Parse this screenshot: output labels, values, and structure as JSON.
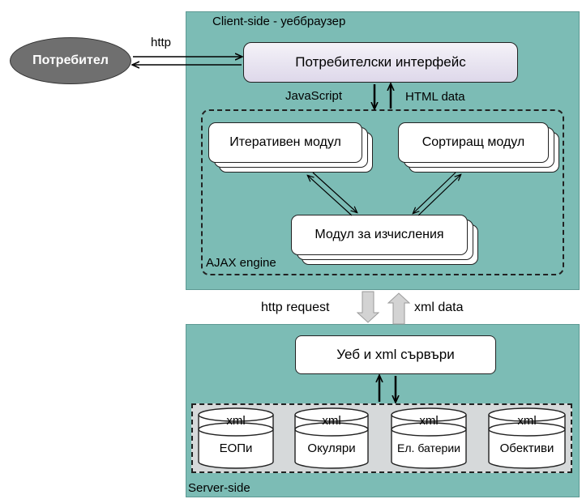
{
  "user": {
    "label": "Потребител"
  },
  "http_label": "http",
  "client": {
    "title": "Client-side - уеббраузер",
    "ui_box": "Потребителски интерфейс",
    "javascript_label": "JavaScript",
    "html_data_label": "HTML data",
    "ajax_label": "AJAX engine",
    "modules": {
      "iterative": "Итеративен модул",
      "sorting": "Сортиращ модул",
      "calculation": "Модул за изчисления"
    }
  },
  "transfer": {
    "http_request": "http request",
    "xml_data": "xml data"
  },
  "server": {
    "title": "Server-side",
    "box": "Уеб и xml сървъри",
    "databases": [
      {
        "top": "xml",
        "name": "ЕОПи"
      },
      {
        "top": "xml",
        "name": "Окуляри"
      },
      {
        "top": "xml",
        "name": "Ел. батерии"
      },
      {
        "top": "xml",
        "name": "Обективи"
      }
    ]
  }
}
